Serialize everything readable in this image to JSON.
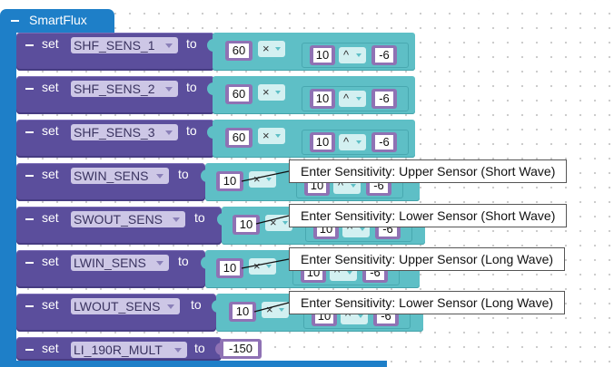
{
  "header": {
    "title": "SmartFlux"
  },
  "labels": {
    "set": "set",
    "to": "to",
    "times": "×",
    "power": "^"
  },
  "rows": [
    {
      "variable": "SHF_SENS_1",
      "multiplier": "60",
      "base": "10",
      "exponent": "-6"
    },
    {
      "variable": "SHF_SENS_2",
      "multiplier": "60",
      "base": "10",
      "exponent": "-6"
    },
    {
      "variable": "SHF_SENS_3",
      "multiplier": "60",
      "base": "10",
      "exponent": "-6"
    },
    {
      "variable": "SWIN_SENS",
      "multiplier": "10",
      "base": "10",
      "exponent": "-6",
      "tooltip": "Enter Sensitivity: Upper Sensor (Short Wave)"
    },
    {
      "variable": "SWOUT_SENS",
      "multiplier": "10",
      "base": "10",
      "exponent": "-6",
      "tooltip": "Enter Sensitivity: Lower Sensor (Short Wave)"
    },
    {
      "variable": "LWIN_SENS",
      "multiplier": "10",
      "base": "10",
      "exponent": "-6",
      "tooltip": "Enter Sensitivity: Upper Sensor (Long Wave)"
    },
    {
      "variable": "LWOUT_SENS",
      "multiplier": "10",
      "base": "10",
      "exponent": "-6",
      "tooltip": "Enter Sensitivity: Lower Sensor (Long Wave)"
    },
    {
      "variable": "LI_190R_MULT",
      "value": "-150"
    }
  ],
  "colors": {
    "procedure": "#1e7fc8",
    "variable_block": "#5b4e9c",
    "math_block": "#5ebfc6",
    "number_block": "#8f72b4"
  }
}
